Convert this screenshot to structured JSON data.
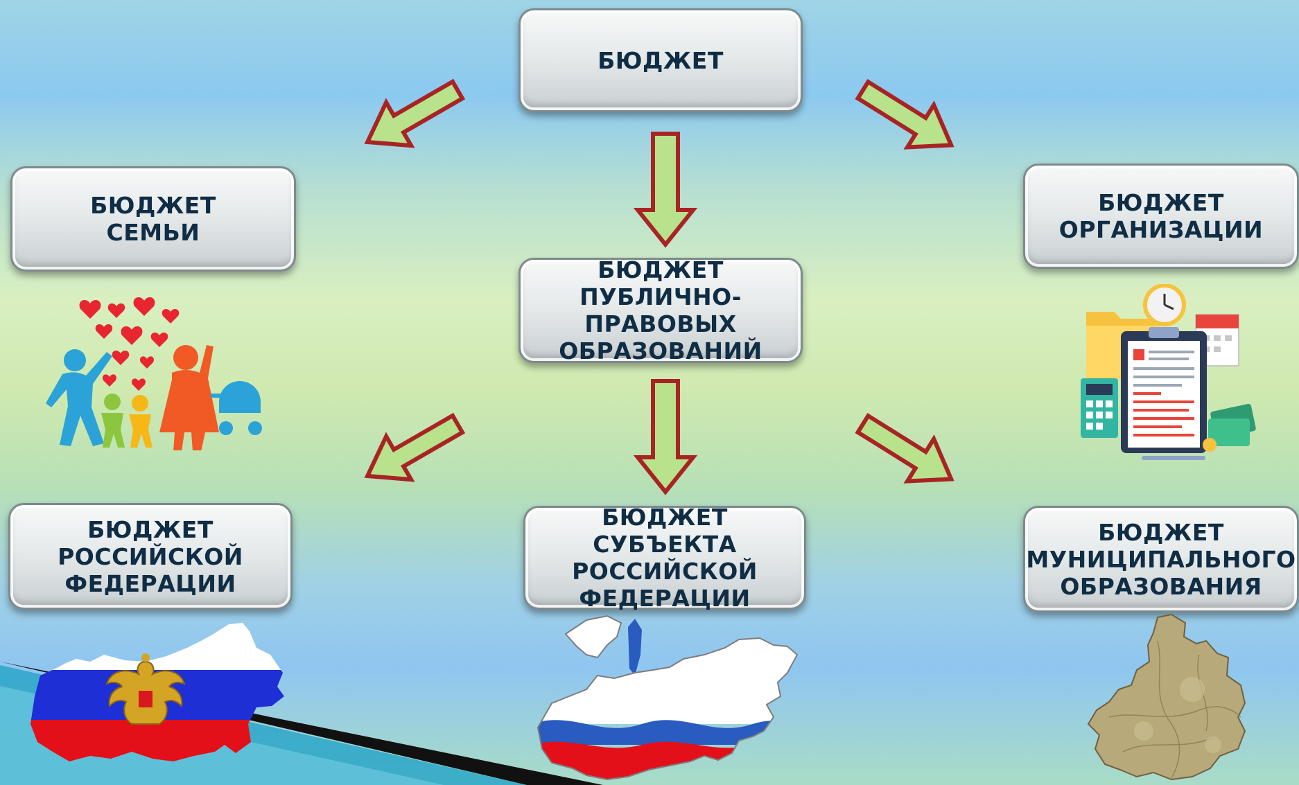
{
  "boxes": {
    "top": "БЮДЖЕТ",
    "family": "БЮДЖЕТ\nСЕМЬИ",
    "public": "БЮДЖЕТ ПУБЛИЧНО-\nПРАВОВЫХ\nОБРАЗОВАНИЙ",
    "organization": "БЮДЖЕТ\nОРГАНИЗАЦИИ",
    "russian_federation": "БЮДЖЕТ\nРОССИЙСКОЙ\nФЕДЕРАЦИИ",
    "subject": "БЮДЖЕТ СУБЪЕКТА\nРОССИЙСКОЙ\nФЕДЕРАЦИИ",
    "municipal": "БЮДЖЕТ\nМУНИЦИПАЛЬНОГО\nОБРАЗОВАНИЯ"
  },
  "colors": {
    "arrow_fill": "#b8e28c",
    "arrow_stroke": "#a82424",
    "box_text": "#0f2d44",
    "russia_white": "#ffffff",
    "russia_blue": "#1f2fd6",
    "russia_red": "#e3101a",
    "corner_dark": "#111111",
    "corner_stripe": "#2aa6c8"
  },
  "illustrations": {
    "family": "family-hearts-icon",
    "organization": "office-documents-icon",
    "russia": "russia-flag-map-icon",
    "subject": "region-flag-map-icon",
    "municipal": "municipal-map-icon"
  }
}
